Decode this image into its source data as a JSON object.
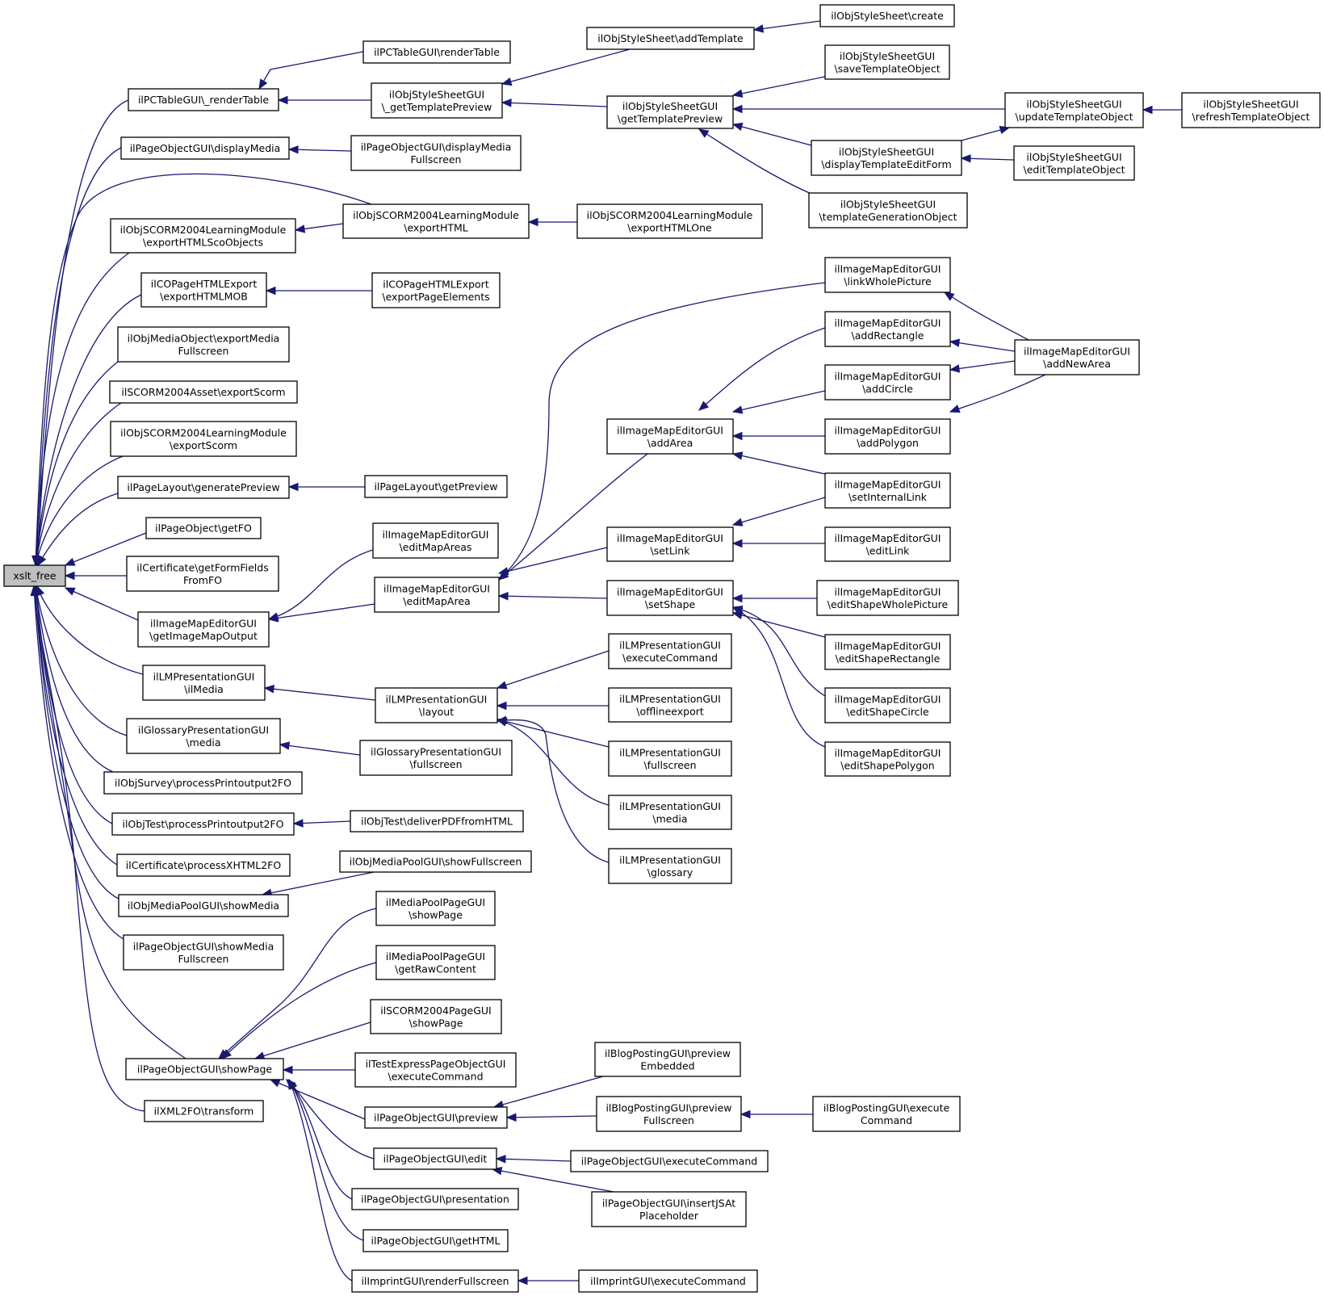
{
  "graph": {
    "colors": {
      "edge": "#191970",
      "node_border": "#000000",
      "node_fill": "#ffffff",
      "root_fill": "#bfbfbf",
      "background": "#ffffff"
    },
    "nodes": [
      {
        "id": "xslt_free",
        "lines": [
          "xslt_free"
        ],
        "root": true
      },
      {
        "id": "pc_render_table_priv",
        "lines": [
          "ilPCTableGUI\\_renderTable"
        ]
      },
      {
        "id": "pc_render_table",
        "lines": [
          "ilPCTableGUI\\renderTable"
        ]
      },
      {
        "id": "ss_get_template_preview_priv",
        "lines": [
          "ilObjStyleSheetGUI",
          "\\_getTemplatePreview"
        ]
      },
      {
        "id": "ss_add_template",
        "lines": [
          "ilObjStyleSheet\\addTemplate"
        ]
      },
      {
        "id": "ss_create",
        "lines": [
          "ilObjStyleSheet\\create"
        ]
      },
      {
        "id": "ss_get_template_preview",
        "lines": [
          "ilObjStyleSheetGUI",
          "\\getTemplatePreview"
        ]
      },
      {
        "id": "ss_save_template_object",
        "lines": [
          "ilObjStyleSheetGUI",
          "\\saveTemplateObject"
        ]
      },
      {
        "id": "ss_update_template_object",
        "lines": [
          "ilObjStyleSheetGUI",
          "\\updateTemplateObject"
        ]
      },
      {
        "id": "ss_refresh_template_object",
        "lines": [
          "ilObjStyleSheetGUI",
          "\\refreshTemplateObject"
        ]
      },
      {
        "id": "ss_display_template_edit_form",
        "lines": [
          "ilObjStyleSheetGUI",
          "\\displayTemplateEditForm"
        ]
      },
      {
        "id": "ss_edit_template_object",
        "lines": [
          "ilObjStyleSheetGUI",
          "\\editTemplateObject"
        ]
      },
      {
        "id": "ss_template_generation_object",
        "lines": [
          "ilObjStyleSheetGUI",
          "\\templateGenerationObject"
        ]
      },
      {
        "id": "po_display_media",
        "lines": [
          "ilPageObjectGUI\\displayMedia"
        ]
      },
      {
        "id": "po_display_media_fullscreen",
        "lines": [
          "ilPageObjectGUI\\displayMedia",
          "Fullscreen"
        ]
      },
      {
        "id": "scorm_export_html_sco_objects",
        "lines": [
          "ilObjSCORM2004LearningModule",
          "\\exportHTMLScoObjects"
        ]
      },
      {
        "id": "scorm_export_html",
        "lines": [
          "ilObjSCORM2004LearningModule",
          "\\exportHTML"
        ]
      },
      {
        "id": "scorm_export_html_one",
        "lines": [
          "ilObjSCORM2004LearningModule",
          "\\exportHTMLOne"
        ]
      },
      {
        "id": "co_export_html_mob",
        "lines": [
          "ilCOPageHTMLExport",
          "\\exportHTMLMOB"
        ]
      },
      {
        "id": "co_export_page_elements",
        "lines": [
          "ilCOPageHTMLExport",
          "\\exportPageElements"
        ]
      },
      {
        "id": "mob_export_media_fullscreen",
        "lines": [
          "ilObjMediaObject\\exportMedia",
          "Fullscreen"
        ]
      },
      {
        "id": "scorm_asset_export_scorm",
        "lines": [
          "ilSCORM2004Asset\\exportScorm"
        ]
      },
      {
        "id": "scorm_lm_export_scorm",
        "lines": [
          "ilObjSCORM2004LearningModule",
          "\\exportScorm"
        ]
      },
      {
        "id": "pl_generate_preview",
        "lines": [
          "ilPageLayout\\generatePreview"
        ]
      },
      {
        "id": "pl_get_preview",
        "lines": [
          "ilPageLayout\\getPreview"
        ]
      },
      {
        "id": "po_get_fo",
        "lines": [
          "ilPageObject\\getFO"
        ]
      },
      {
        "id": "cert_get_form_fields",
        "lines": [
          "ilCertificate\\getFormFields",
          "FromFO"
        ]
      },
      {
        "id": "ime_get_image_map_output",
        "lines": [
          "ilImageMapEditorGUI",
          "\\getImageMapOutput"
        ]
      },
      {
        "id": "ime_edit_map_areas",
        "lines": [
          "ilImageMapEditorGUI",
          "\\editMapAreas"
        ]
      },
      {
        "id": "ime_edit_map_area",
        "lines": [
          "ilImageMapEditorGUI",
          "\\editMapArea"
        ]
      },
      {
        "id": "ime_link_whole_picture",
        "lines": [
          "ilImageMapEditorGUI",
          "\\linkWholePicture"
        ]
      },
      {
        "id": "ime_add_rectangle",
        "lines": [
          "ilImageMapEditorGUI",
          "\\addRectangle"
        ]
      },
      {
        "id": "ime_add_new_area",
        "lines": [
          "ilImageMapEditorGUI",
          "\\addNewArea"
        ]
      },
      {
        "id": "ime_add_circle",
        "lines": [
          "ilImageMapEditorGUI",
          "\\addCircle"
        ]
      },
      {
        "id": "ime_add_area",
        "lines": [
          "ilImageMapEditorGUI",
          "\\addArea"
        ]
      },
      {
        "id": "ime_add_polygon",
        "lines": [
          "ilImageMapEditorGUI",
          "\\addPolygon"
        ]
      },
      {
        "id": "ime_set_internal_link",
        "lines": [
          "ilImageMapEditorGUI",
          "\\setInternalLink"
        ]
      },
      {
        "id": "ime_set_link",
        "lines": [
          "ilImageMapEditorGUI",
          "\\setLink"
        ]
      },
      {
        "id": "ime_edit_link",
        "lines": [
          "ilImageMapEditorGUI",
          "\\editLink"
        ]
      },
      {
        "id": "ime_set_shape",
        "lines": [
          "ilImageMapEditorGUI",
          "\\setShape"
        ]
      },
      {
        "id": "ime_edit_shape_whole_picture",
        "lines": [
          "ilImageMapEditorGUI",
          "\\editShapeWholePicture"
        ]
      },
      {
        "id": "ime_edit_shape_rectangle",
        "lines": [
          "ilImageMapEditorGUI",
          "\\editShapeRectangle"
        ]
      },
      {
        "id": "ime_edit_shape_circle",
        "lines": [
          "ilImageMapEditorGUI",
          "\\editShapeCircle"
        ]
      },
      {
        "id": "ime_edit_shape_polygon",
        "lines": [
          "ilImageMapEditorGUI",
          "\\editShapePolygon"
        ]
      },
      {
        "id": "lm_il_media",
        "lines": [
          "ilLMPresentationGUI",
          "\\ilMedia"
        ]
      },
      {
        "id": "lm_layout",
        "lines": [
          "ilLMPresentationGUI",
          "\\layout"
        ]
      },
      {
        "id": "lm_execute_command",
        "lines": [
          "ilLMPresentationGUI",
          "\\executeCommand"
        ]
      },
      {
        "id": "lm_offlineexport",
        "lines": [
          "ilLMPresentationGUI",
          "\\offlineexport"
        ]
      },
      {
        "id": "lm_fullscreen",
        "lines": [
          "ilLMPresentationGUI",
          "\\fullscreen"
        ]
      },
      {
        "id": "lm_media",
        "lines": [
          "ilLMPresentationGUI",
          "\\media"
        ]
      },
      {
        "id": "lm_glossary",
        "lines": [
          "ilLMPresentationGUI",
          "\\glossary"
        ]
      },
      {
        "id": "glo_media",
        "lines": [
          "ilGlossaryPresentationGUI",
          "\\media"
        ]
      },
      {
        "id": "glo_fullscreen",
        "lines": [
          "ilGlossaryPresentationGUI",
          "\\fullscreen"
        ]
      },
      {
        "id": "svy_process_printoutput",
        "lines": [
          "ilObjSurvey\\processPrintoutput2FO"
        ]
      },
      {
        "id": "tst_process_printoutput",
        "lines": [
          "ilObjTest\\processPrintoutput2FO"
        ]
      },
      {
        "id": "tst_deliver_pdf",
        "lines": [
          "ilObjTest\\deliverPDFfromHTML"
        ]
      },
      {
        "id": "cert_process_xhtml",
        "lines": [
          "ilCertificate\\processXHTML2FO"
        ]
      },
      {
        "id": "mep_show_fullscreen",
        "lines": [
          "ilObjMediaPoolGUI\\showFullscreen"
        ]
      },
      {
        "id": "mep_show_media",
        "lines": [
          "ilObjMediaPoolGUI\\showMedia"
        ]
      },
      {
        "id": "po_show_media_fullscreen",
        "lines": [
          "ilPageObjectGUI\\showMedia",
          "Fullscreen"
        ]
      },
      {
        "id": "mpp_show_page",
        "lines": [
          "ilMediaPoolPageGUI",
          "\\showPage"
        ]
      },
      {
        "id": "mpp_get_raw_content",
        "lines": [
          "ilMediaPoolPageGUI",
          "\\getRawContent"
        ]
      },
      {
        "id": "scp_show_page",
        "lines": [
          "ilSCORM2004PageGUI",
          "\\showPage"
        ]
      },
      {
        "id": "po_show_page",
        "lines": [
          "ilPageObjectGUI\\showPage"
        ]
      },
      {
        "id": "tex_execute_command",
        "lines": [
          "ilTestExpressPageObjectGUI",
          "\\executeCommand"
        ]
      },
      {
        "id": "blog_preview_embedded",
        "lines": [
          "ilBlogPostingGUI\\preview",
          "Embedded"
        ]
      },
      {
        "id": "po_preview",
        "lines": [
          "ilPageObjectGUI\\preview"
        ]
      },
      {
        "id": "blog_preview_fullscreen",
        "lines": [
          "ilBlogPostingGUI\\preview",
          "Fullscreen"
        ]
      },
      {
        "id": "blog_execute_command",
        "lines": [
          "ilBlogPostingGUI\\execute",
          "Command"
        ]
      },
      {
        "id": "xml2fo_transform",
        "lines": [
          "ilXML2FO\\transform"
        ]
      },
      {
        "id": "po_edit",
        "lines": [
          "ilPageObjectGUI\\edit"
        ]
      },
      {
        "id": "po_execute_command",
        "lines": [
          "ilPageObjectGUI\\executeCommand"
        ]
      },
      {
        "id": "po_insert_js_at_placeholder",
        "lines": [
          "ilPageObjectGUI\\insertJSAt",
          "Placeholder"
        ]
      },
      {
        "id": "po_presentation",
        "lines": [
          "ilPageObjectGUI\\presentation"
        ]
      },
      {
        "id": "po_get_html",
        "lines": [
          "ilPageObjectGUI\\getHTML"
        ]
      },
      {
        "id": "imp_render_fullscreen",
        "lines": [
          "ilImprintGUI\\renderFullscreen"
        ]
      },
      {
        "id": "imp_execute_command",
        "lines": [
          "ilImprintGUI\\executeCommand"
        ]
      }
    ],
    "edges": [
      {
        "from": "pc_render_table_priv",
        "to": "xslt_free"
      },
      {
        "from": "pc_render_table",
        "to": "pc_render_table_priv"
      },
      {
        "from": "ss_get_template_preview_priv",
        "to": "pc_render_table_priv"
      },
      {
        "from": "ss_add_template",
        "to": "ss_get_template_preview_priv"
      },
      {
        "from": "ss_create",
        "to": "ss_add_template"
      },
      {
        "from": "ss_get_template_preview",
        "to": "ss_get_template_preview_priv"
      },
      {
        "from": "ss_save_template_object",
        "to": "ss_get_template_preview"
      },
      {
        "from": "ss_update_template_object",
        "to": "ss_get_template_preview"
      },
      {
        "from": "ss_refresh_template_object",
        "to": "ss_update_template_object"
      },
      {
        "from": "ss_display_template_edit_form",
        "to": "ss_get_template_preview"
      },
      {
        "from": "ss_display_template_edit_form",
        "to": "ss_update_template_object"
      },
      {
        "from": "ss_edit_template_object",
        "to": "ss_display_template_edit_form"
      },
      {
        "from": "ss_template_generation_object",
        "to": "ss_get_template_preview"
      },
      {
        "from": "po_display_media",
        "to": "xslt_free"
      },
      {
        "from": "po_display_media_fullscreen",
        "to": "po_display_media"
      },
      {
        "from": "scorm_export_html",
        "to": "xslt_free"
      },
      {
        "from": "scorm_export_html_sco_objects",
        "to": "xslt_free"
      },
      {
        "from": "scorm_export_html",
        "to": "scorm_export_html_sco_objects"
      },
      {
        "from": "scorm_export_html_one",
        "to": "scorm_export_html"
      },
      {
        "from": "co_export_html_mob",
        "to": "xslt_free"
      },
      {
        "from": "co_export_page_elements",
        "to": "co_export_html_mob"
      },
      {
        "from": "mob_export_media_fullscreen",
        "to": "xslt_free"
      },
      {
        "from": "scorm_asset_export_scorm",
        "to": "xslt_free"
      },
      {
        "from": "scorm_lm_export_scorm",
        "to": "xslt_free"
      },
      {
        "from": "pl_generate_preview",
        "to": "xslt_free"
      },
      {
        "from": "pl_get_preview",
        "to": "pl_generate_preview"
      },
      {
        "from": "po_get_fo",
        "to": "xslt_free"
      },
      {
        "from": "cert_get_form_fields",
        "to": "xslt_free"
      },
      {
        "from": "ime_get_image_map_output",
        "to": "xslt_free"
      },
      {
        "from": "ime_edit_map_areas",
        "to": "ime_get_image_map_output"
      },
      {
        "from": "ime_edit_map_area",
        "to": "ime_get_image_map_output"
      },
      {
        "from": "ime_link_whole_picture",
        "to": "ime_edit_map_area"
      },
      {
        "from": "ime_add_new_area",
        "to": "ime_link_whole_picture"
      },
      {
        "from": "ime_add_new_area",
        "to": "ime_add_rectangle"
      },
      {
        "from": "ime_add_new_area",
        "to": "ime_add_circle"
      },
      {
        "from": "ime_add_new_area",
        "to": "ime_add_polygon"
      },
      {
        "from": "ime_add_area",
        "to": "ime_edit_map_area"
      },
      {
        "from": "ime_add_rectangle",
        "to": "ime_add_area"
      },
      {
        "from": "ime_add_circle",
        "to": "ime_add_area"
      },
      {
        "from": "ime_add_polygon",
        "to": "ime_add_area"
      },
      {
        "from": "ime_set_internal_link",
        "to": "ime_add_area"
      },
      {
        "from": "ime_set_link",
        "to": "ime_edit_map_area"
      },
      {
        "from": "ime_set_internal_link",
        "to": "ime_set_link"
      },
      {
        "from": "ime_edit_link",
        "to": "ime_set_link"
      },
      {
        "from": "ime_set_shape",
        "to": "ime_edit_map_area"
      },
      {
        "from": "ime_edit_shape_whole_picture",
        "to": "ime_set_shape"
      },
      {
        "from": "ime_edit_shape_rectangle",
        "to": "ime_set_shape"
      },
      {
        "from": "ime_edit_shape_circle",
        "to": "ime_set_shape"
      },
      {
        "from": "ime_edit_shape_polygon",
        "to": "ime_set_shape"
      },
      {
        "from": "lm_il_media",
        "to": "xslt_free"
      },
      {
        "from": "lm_layout",
        "to": "lm_il_media"
      },
      {
        "from": "lm_execute_command",
        "to": "lm_layout"
      },
      {
        "from": "lm_offlineexport",
        "to": "lm_layout"
      },
      {
        "from": "lm_fullscreen",
        "to": "lm_layout"
      },
      {
        "from": "lm_media",
        "to": "lm_layout"
      },
      {
        "from": "lm_glossary",
        "to": "lm_layout"
      },
      {
        "from": "glo_media",
        "to": "xslt_free"
      },
      {
        "from": "glo_fullscreen",
        "to": "glo_media"
      },
      {
        "from": "svy_process_printoutput",
        "to": "xslt_free"
      },
      {
        "from": "tst_process_printoutput",
        "to": "xslt_free"
      },
      {
        "from": "tst_deliver_pdf",
        "to": "tst_process_printoutput"
      },
      {
        "from": "cert_process_xhtml",
        "to": "xslt_free"
      },
      {
        "from": "mep_show_media",
        "to": "xslt_free"
      },
      {
        "from": "mep_show_fullscreen",
        "to": "mep_show_media"
      },
      {
        "from": "po_show_media_fullscreen",
        "to": "xslt_free"
      },
      {
        "from": "po_show_page",
        "to": "xslt_free"
      },
      {
        "from": "mpp_show_page",
        "to": "po_show_page"
      },
      {
        "from": "mpp_get_raw_content",
        "to": "po_show_page"
      },
      {
        "from": "scp_show_page",
        "to": "po_show_page"
      },
      {
        "from": "tex_execute_command",
        "to": "po_show_page"
      },
      {
        "from": "po_preview",
        "to": "po_show_page"
      },
      {
        "from": "blog_preview_embedded",
        "to": "po_preview"
      },
      {
        "from": "blog_preview_fullscreen",
        "to": "po_preview"
      },
      {
        "from": "blog_execute_command",
        "to": "blog_preview_fullscreen"
      },
      {
        "from": "xml2fo_transform",
        "to": "xslt_free"
      },
      {
        "from": "po_edit",
        "to": "po_show_page"
      },
      {
        "from": "po_execute_command",
        "to": "po_edit"
      },
      {
        "from": "po_insert_js_at_placeholder",
        "to": "po_edit"
      },
      {
        "from": "po_presentation",
        "to": "po_show_page"
      },
      {
        "from": "po_get_html",
        "to": "po_show_page"
      },
      {
        "from": "imp_render_fullscreen",
        "to": "po_show_page"
      },
      {
        "from": "imp_execute_command",
        "to": "imp_render_fullscreen"
      }
    ]
  }
}
